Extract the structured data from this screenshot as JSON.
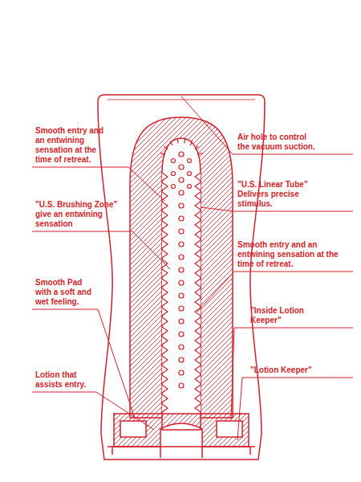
{
  "diagram": {
    "labels": [
      "Air hole to control the vacuum suction.",
      "Smooth entry and an entwining sensation at the time of retreat.",
      "\"U.S. Linear Tube\" Delivers precise stimulus.",
      "\"U.S. Brushing Zone\" give an entwining sensation",
      "Smooth entry and an entwining sensation at the time of retreat.",
      "Smooth Pad with a soft and wet feeling.",
      "\"Inside Lotion Keeper\"",
      "Lotion that assists entry.",
      "\"Lotion Keeper\""
    ]
  }
}
